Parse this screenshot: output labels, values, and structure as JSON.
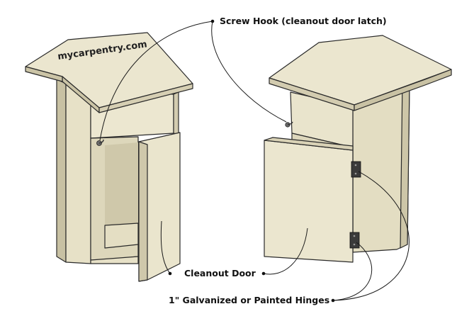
{
  "watermark": "mycarpentry.com",
  "labels": {
    "screw_hook": "Screw Hook (cleanout door latch)",
    "cleanout_door": "Cleanout Door",
    "hinges": "1\" Galvanized or Painted Hinges"
  },
  "colors": {
    "wood_light": "#ebe6cf",
    "wood_mid": "#ddd7bc",
    "wood_dark": "#c8c1a3",
    "interior": "#d9d3b6",
    "hinge": "#3a3a3a",
    "ink": "#111111"
  }
}
